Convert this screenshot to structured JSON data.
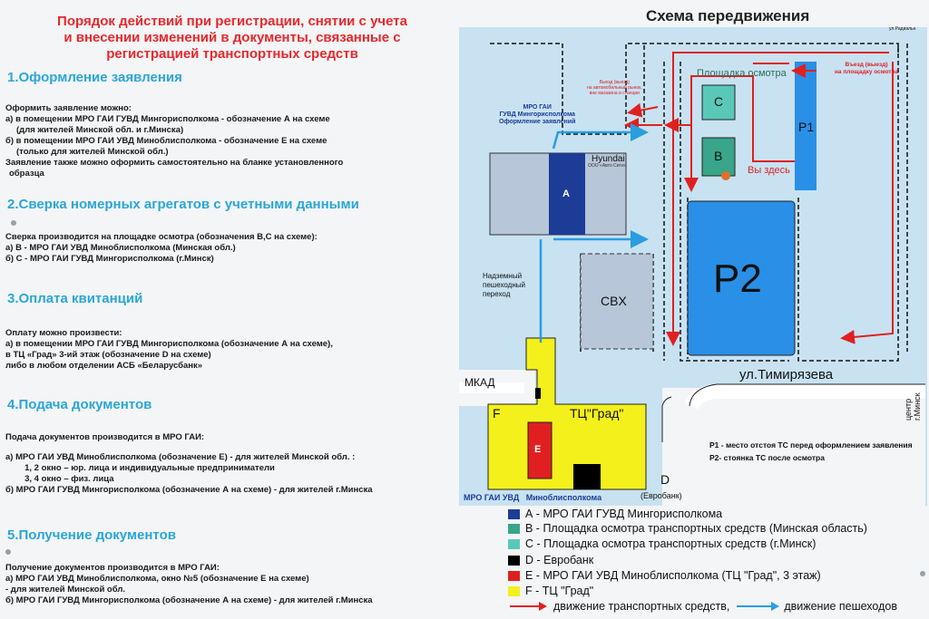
{
  "main_title": [
    "Порядок действий при регистрации, снятии с учета",
    "и внесении изменений в документы, связанные с",
    "регистрацией транспортных средств"
  ],
  "sections": [
    {
      "heading": "1.Оформление заявления",
      "lines": [
        "Оформить заявление можно:",
        "а) в помещении МРО ГАИ ГУВД Мингорисполкома - обозначение А на схеме",
        "   (для жителей Минской обл. и г.Минска)",
        "б) в помещении МРО ГАИ УВД Миноблисполкома - обозначение Е на схеме",
        "   (только для жителей Минской обл.)",
        "Заявление также можно оформить самостоятельно на бланке установленного",
        "   образца"
      ]
    },
    {
      "heading": "2.Сверка номерных агрегатов с учетными данными",
      "lines": [
        "Сверка производится на площадке осмотра  (обозначения В,С на схеме):",
        "а) В - МРО ГАИ УВД Миноблисполкома (Минская обл.)",
        "б) С - МРО ГАИ ГУВД Мингорисполкома (г.Минск)"
      ]
    },
    {
      "heading": "3.Оплата квитанций",
      "lines": [
        "Оплату можно произвести:",
        "а) в помещении МРО ГАИ ГУВД Мингорисполкома (обозначение А на схеме),",
        "в ТЦ «Град» 3-ий этаж (обозначение D на схеме)",
        "либо в любом отделении АСБ «Беларусбанк»"
      ]
    },
    {
      "heading": "4.Подача документов",
      "lines": [
        "Подача документов производится в МРО ГАИ:",
        "",
        "а)  МРО ГАИ УВД Миноблисполкома (обозначение Е) - для жителей Минской обл. :",
        "        1, 2 окно – юр. лица и индивидуальные предприниматели",
        "        3, 4 окно – физ. лица",
        "б) МРО ГАИ ГУВД Мингорисполкома (обозначение А на схеме) -  для жителей г.Минска"
      ]
    },
    {
      "heading": "5.Получение документов",
      "lines": [
        "Получение документов производится в МРО ГАИ:",
        "а) МРО ГАИ УВД Миноблисполкома, окно №5 (обозначение Е на схеме)",
        " - для жителей Минской обл.",
        "б) МРО ГАИ ГУВД Мингорисполкома (обозначение А на схеме) - для жителей г.Минска"
      ]
    }
  ],
  "scheme": {
    "title": "Схема передвижения",
    "labels": {
      "ploshadka": "Площадка осмотра",
      "c": "C",
      "b": "B",
      "p1": "P1",
      "p2": "P2",
      "a": "A",
      "svh": "CBX",
      "vy_zdes": "Вы здесь",
      "hyundai": "Hyundai",
      "hyundai_sub": "ООО «Авто Сити»",
      "mro_gai": "МРО ГАИ\nГУВД Мингорисполкома\nОформление заявлений",
      "vyezd": "Въезд (выезд)\nна площадку осмотра",
      "vyezd2": "Выезд (выезд)\nна автомобильный рынок,\nвне магазина и станции",
      "perehod": "Надземный\nпешеходный\nпереход",
      "mkad": "МКАД",
      "ul": "ул.Тимирязева",
      "center": "центр г.Минск",
      "tc": "ТЦ\"Град\"",
      "f": "F",
      "e": "E",
      "d": "D",
      "evrobank": "(Евробанк)",
      "mro_uvd": "МРО ГАИ УВД   Миноблисполкома",
      "note_p1": "Р1 - место отстоя ТС перед оформлением заявления",
      "note_p2": "Р2- стоянка ТС после осмотра",
      "corner": "ул.Радиальн"
    },
    "colors": {
      "a": "#1c3c96",
      "b": "#39a58a",
      "c": "#5ac8b8",
      "d": "#000000",
      "e": "#e02020",
      "f": "#f4f01c",
      "p": "#2a8fe6",
      "road": "#c8e2f2"
    }
  },
  "legend": [
    {
      "color": "#1c3c96",
      "text": "А - МРО ГАИ ГУВД Мингорисполкома"
    },
    {
      "color": "#39a58a",
      "text": "В - Площадка осмотра транспортных средств (Минская область)"
    },
    {
      "color": "#5ac8b8",
      "text": "С - Площадка осмотра транспортных средств (г.Минск)"
    },
    {
      "color": "#000000",
      "text": "D - Евробанк"
    },
    {
      "color": "#e02020",
      "text": "E - МРО ГАИ УВД Миноблисполкома (ТЦ \"Град\", 3 этаж)"
    },
    {
      "color": "#f4f01c",
      "text": "F - ТЦ \"Град\""
    }
  ],
  "legend_arrows": {
    "vehicle": "движение транспортных средств,",
    "pedestrian": "движение пешеходов"
  }
}
